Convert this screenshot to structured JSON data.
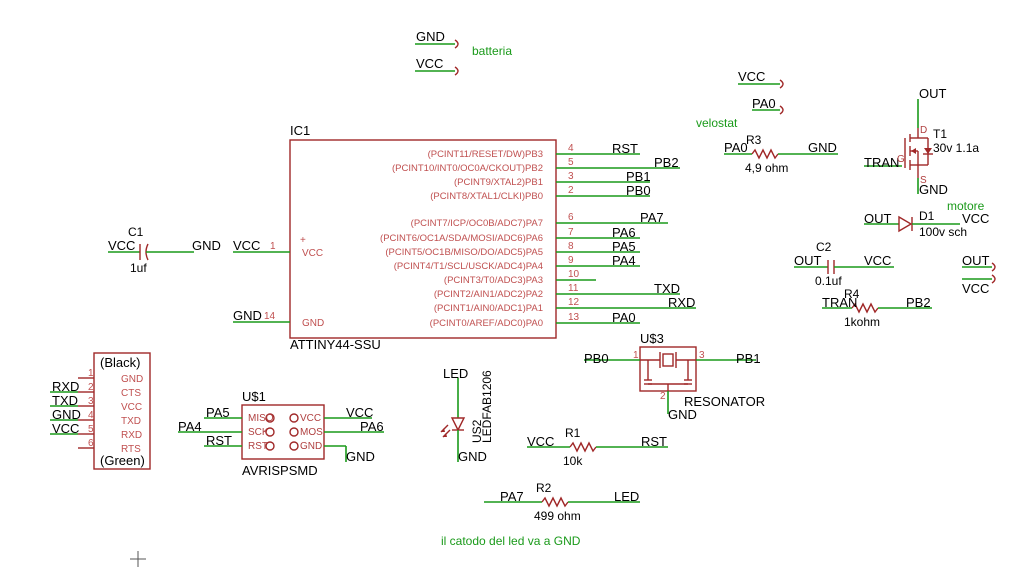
{
  "notes": {
    "batteria": "batteria",
    "velostat": "velostat",
    "motore": "motore",
    "catodo": "il catodo del led va a GND"
  },
  "supply": {
    "gnd": "GND",
    "vcc": "VCC",
    "out": "OUT",
    "pa0": "PA0"
  },
  "ic1": {
    "name": "IC1",
    "value": "ATTINY44-SSU",
    "vcc_pin_label": "VCC",
    "gnd_pin_label": "GND",
    "vcc_pin_num": "1",
    "gnd_pin_num": "14",
    "plus": "+",
    "pins": [
      {
        "name": "(PCINT11/RESET/DW)PB3",
        "num": "4",
        "net": "RST"
      },
      {
        "name": "(PCINT10/INT0/OC0A/CKOUT)PB2",
        "num": "5",
        "net": "PB2"
      },
      {
        "name": "(PCINT9/XTAL2)PB1",
        "num": "3",
        "net": "PB1"
      },
      {
        "name": "(PCINT8/XTAL1/CLKI)PB0",
        "num": "2",
        "net": "PB0"
      },
      {
        "name": "(PCINT7/ICP/OC0B/ADC7)PA7",
        "num": "6",
        "net": "PA7"
      },
      {
        "name": "(PCINT6/OC1A/SDA/MOSI/ADC6)PA6",
        "num": "7",
        "net": "PA6"
      },
      {
        "name": "(PCINT5/OC1B/MISO/DO/ADC5)PA5",
        "num": "8",
        "net": "PA5"
      },
      {
        "name": "(PCINT4/T1/SCL/USCK/ADC4)PA4",
        "num": "9",
        "net": "PA4"
      },
      {
        "name": "(PCINT3/T0/ADC3)PA3",
        "num": "10",
        "net": ""
      },
      {
        "name": "(PCINT2/AIN1/ADC2)PA2",
        "num": "11",
        "net": "TXD"
      },
      {
        "name": "(PCINT1/AIN0/ADC1)PA1",
        "num": "12",
        "net": "RXD"
      },
      {
        "name": "(PCINT0/AREF/ADC0)PA0",
        "num": "13",
        "net": "PA0"
      }
    ]
  },
  "c1": {
    "name": "C1",
    "value": "1uf",
    "left": "VCC",
    "right": "GND"
  },
  "c2": {
    "name": "C2",
    "value": "0.1uf",
    "left": "OUT",
    "right": "VCC"
  },
  "r1": {
    "name": "R1",
    "value": "10k",
    "left": "VCC",
    "right": "RST"
  },
  "r2": {
    "name": "R2",
    "value": "499 ohm",
    "left": "PA7",
    "right": "LED"
  },
  "r3": {
    "name": "R3",
    "value": "4,9 ohm",
    "left": "PA0",
    "right": "GND"
  },
  "r4": {
    "name": "R4",
    "value": "1kohm",
    "left": "TRAN",
    "right": "PB2"
  },
  "t1": {
    "name": "T1",
    "value": "30v 1.1a",
    "gate": "TRAN",
    "drain": "OUT",
    "source": "GND",
    "g": "G",
    "d": "D",
    "s": "S"
  },
  "d1": {
    "name": "D1",
    "value": "100v sch",
    "left": "OUT",
    "right": "VCC"
  },
  "u3": {
    "name": "U$3",
    "value": "RESONATOR",
    "left": "PB0",
    "right": "PB1",
    "bottom": "GND",
    "p1": "1",
    "p2": "2",
    "p3": "3"
  },
  "us2": {
    "name": "US2",
    "value": "LEDFAB1206",
    "top": "LED",
    "bottom": "GND"
  },
  "u1": {
    "name": "U$1",
    "value": "AVRISPSMD",
    "pins_left": [
      "MISO",
      "SCK",
      "RST"
    ],
    "pins_right": [
      "VCC",
      "MOSI",
      "GND"
    ],
    "nets_left": [
      "PA5",
      "PA4",
      "RST"
    ],
    "nets_right": [
      "VCC",
      "PA6",
      "GND"
    ]
  },
  "ftdi": {
    "top": "(Black)",
    "bottom": "(Green)",
    "pins": [
      {
        "num": "1",
        "name": "GND",
        "net": ""
      },
      {
        "num": "2",
        "name": "CTS",
        "net": "RXD"
      },
      {
        "num": "3",
        "name": "VCC",
        "net": "TXD"
      },
      {
        "num": "4",
        "name": "TXD",
        "net": "GND"
      },
      {
        "num": "5",
        "name": "RXD",
        "net": "VCC"
      },
      {
        "num": "6",
        "name": "RTS",
        "net": ""
      }
    ]
  },
  "motor_conn": {
    "out": "OUT",
    "vcc": "VCC"
  }
}
